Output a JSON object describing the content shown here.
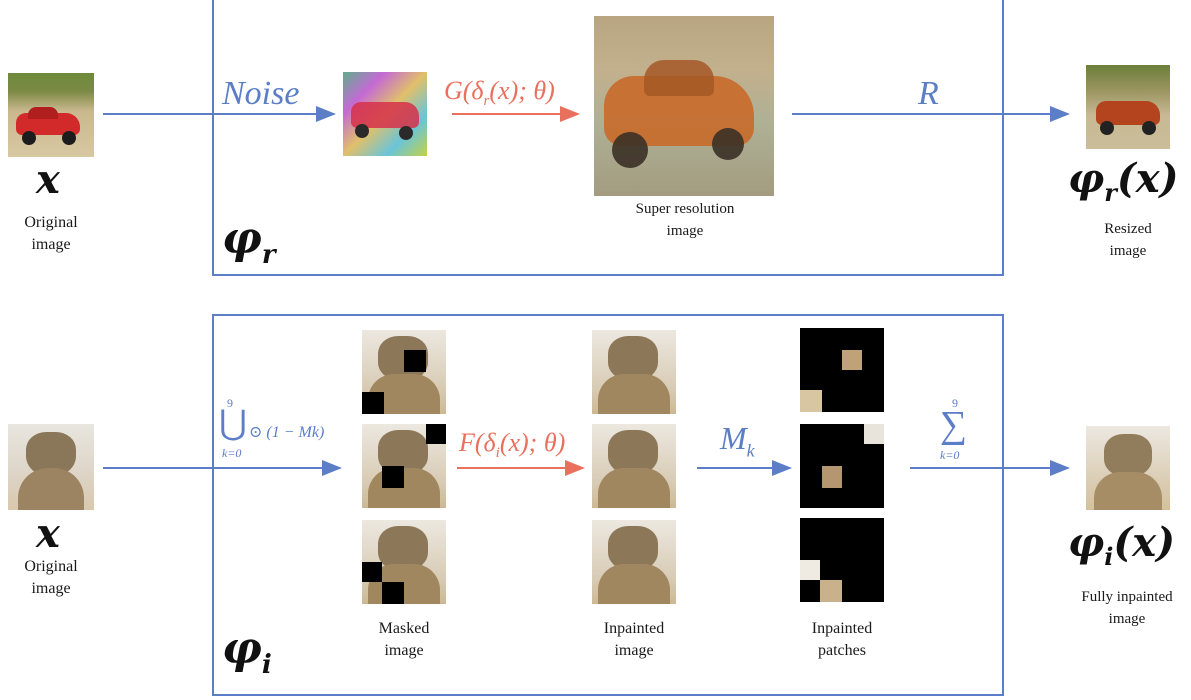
{
  "colors": {
    "blue": "#5b7ec6",
    "red": "#e8705d"
  },
  "top": {
    "input_var": "x",
    "input_caption": [
      "Original",
      "image"
    ],
    "noise_label": "Noise",
    "generator_label": "G(δr(x); θ)",
    "generator_sub": "r",
    "resize_label": "R",
    "sr_caption": [
      "Super resolution",
      "image"
    ],
    "box_label": "φr",
    "output_var": "φr(x)",
    "output_caption": [
      "Resized",
      "image"
    ]
  },
  "bottom": {
    "input_var": "x",
    "input_caption": [
      "Original",
      "image"
    ],
    "union_top": "9",
    "union_bottom": "k=0",
    "union_expr": "⊙ (1 − Mk)",
    "inpaint_label": "F(δi(x); θ)",
    "mask_label": "Mk",
    "sum_top": "9",
    "sum_bottom": "k=0",
    "masked_caption": [
      "Masked",
      "image"
    ],
    "inpainted_caption": [
      "Inpainted",
      "image"
    ],
    "patches_caption": [
      "Inpainted",
      "patches"
    ],
    "box_label": "φi",
    "output_var": "φi(x)",
    "output_caption": [
      "Fully inpainted",
      "image"
    ]
  }
}
